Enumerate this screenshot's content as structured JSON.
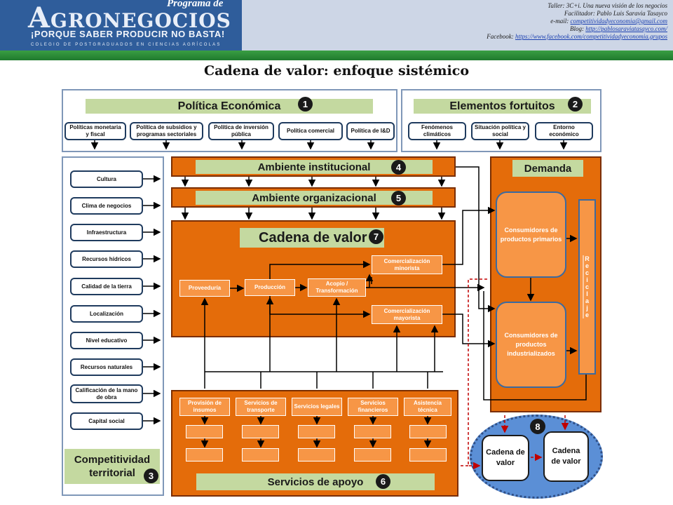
{
  "header": {
    "logo_letter": "A",
    "logo_gro": "GRO",
    "logo_rest": "NEGOCIOS",
    "programa": "Programa de",
    "slogan": "¡PORQUE SABER PRODUCIR NO BASTA!",
    "colegio": "COLEGIO DE POSTGRADUADOS EN CIENCIAS AGRÍCOLAS",
    "info": {
      "line1": "Taller: 3C+i. Una nueva visión de los negocios",
      "line2": "Facilitador: Pablo Luis Saravia Tasayco",
      "email_label": "e-mail: ",
      "email": "competitividadyeconomia@gmail.com",
      "blog_label": "Blog: ",
      "blog": "http://pablosaraviatasayco.com/",
      "facebook_label": "Facebook: ",
      "facebook": "https://www.facebook.com/competitividadyeconomia.grupos"
    }
  },
  "page_title": "Cadena de valor: enfoque sistémico",
  "politica": {
    "title": "Política Económica",
    "badge": "1",
    "items": [
      "Políticas monetaria y fiscal",
      "Política de subsidios y programas sectoriales",
      "Política de inversión pública",
      "Política comercial",
      "Política de I&D"
    ]
  },
  "fortuitos": {
    "title": "Elementos fortuitos",
    "badge": "2",
    "items": [
      "Fenómenos climáticos",
      "Situación política y social",
      "Entorno económico"
    ]
  },
  "territorial": {
    "items": [
      "Cultura",
      "Clima de negocios",
      "Infraestructura",
      "Recursos hídricos",
      "Calidad de la tierra",
      "Localización",
      "Nivel educativo",
      "Recursos naturales",
      "Calificación de la mano de obra",
      "Capital social"
    ],
    "title": "Competitividad territorial",
    "badge": "3"
  },
  "institucional": {
    "title": "Ambiente institucional",
    "badge": "4"
  },
  "organizacional": {
    "title": "Ambiente organizacional",
    "badge": "5"
  },
  "cadena": {
    "title": "Cadena de valor",
    "badge": "7",
    "proveeduria": "Proveeduría",
    "produccion": "Producción",
    "acopio": "Acopio / Transformación",
    "minorista": "Comercialización minorista",
    "mayorista": "Comercialización mayorista"
  },
  "apoyo": {
    "title": "Servicios de apoyo",
    "badge": "6",
    "items": [
      "Provisión de insumos",
      "Servicios de transporte",
      "Servicios legales",
      "Servicios financieros",
      "Asistencia técnica"
    ]
  },
  "demanda": {
    "title": "Demanda",
    "primarios": "Consumidores de productos primarios",
    "industrializados": "Consumidores de productos industrializados",
    "reciclaje": "Reciclaje"
  },
  "grupo8": {
    "badge": "8",
    "left": "Cadena de valor",
    "right": "Cadena de valor"
  },
  "colors": {
    "orange": "#e46c0a",
    "light_orange": "#f79646",
    "green_label": "#c4d9a0",
    "blue_circle": "#5b8fd6",
    "header_blue": "#2f5d9b",
    "header_green": "#2e8b3a"
  }
}
